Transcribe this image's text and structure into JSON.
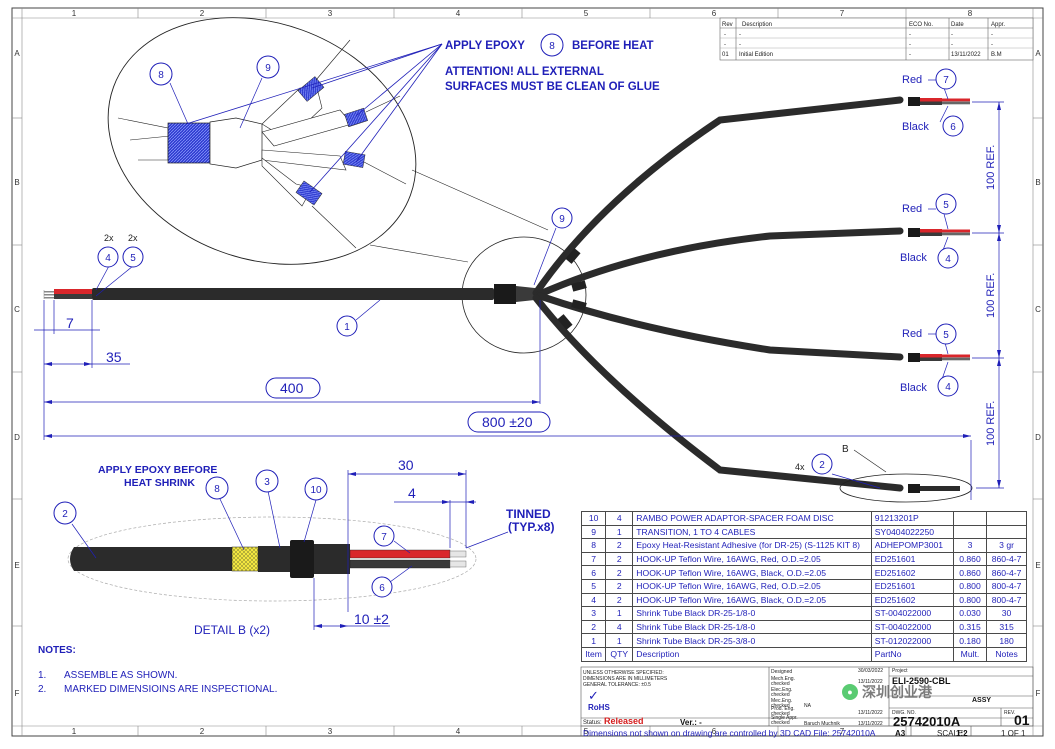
{
  "frame": {
    "col_labels": [
      "1",
      "2",
      "3",
      "4",
      "5",
      "6",
      "7",
      "8"
    ],
    "row_labels": [
      "A",
      "B",
      "C",
      "D",
      "E",
      "F"
    ]
  },
  "revision_table": {
    "headers": [
      "Rev",
      "Description",
      "ECO No.",
      "Date",
      "Appr."
    ],
    "rows": [
      [
        "-",
        "-",
        "-",
        "-",
        "-"
      ],
      [
        "-",
        "-",
        "-",
        "-",
        "-"
      ],
      [
        "01",
        "Initial Edition",
        "-",
        "13/11/2022",
        "B.M"
      ]
    ]
  },
  "annotations": {
    "apply_epoxy_prefix": "APPLY EPOXY",
    "apply_epoxy_suffix": "BEFORE HEAT",
    "attention_line1": "ATTENTION!  ALL EXTERNAL",
    "attention_line2": "SURFACES MUST BE CLEAN OF GLUE",
    "apply_epoxy_detail_line1": "APPLY EPOXY BEFORE",
    "apply_epoxy_detail_line2": "HEAT SHRINK",
    "tinned_line1": "TINNED",
    "tinned_line2": "(TYP.x8)",
    "detail_label": "DETAIL B (x2)",
    "section_marker": "B"
  },
  "balloons": {
    "b8_top": "8",
    "b9_top": "9",
    "b8_inline": "8",
    "b9_main": "9",
    "b1": "1",
    "b4_left": "4",
    "b5_left": "5",
    "b7_r1": "7",
    "b6_r1": "6",
    "b5_r2": "5",
    "b4_r2": "4",
    "b5_r3": "5",
    "b4_r3": "4",
    "b2_r4": "2",
    "b2_det": "2",
    "b8_det": "8",
    "b3_det": "3",
    "b10_det": "10",
    "b7_det": "7",
    "b6_det": "6"
  },
  "wire_labels": {
    "r1_top": "Red",
    "r1_bottom": "Black",
    "r2_top": "Red",
    "r2_bottom": "Black",
    "r3_top": "Red",
    "r3_bottom": "Black",
    "qty_left_4": "2x",
    "qty_left_5": "2x",
    "qty_r4": "4x"
  },
  "dimensions": {
    "d7": "7",
    "d35": "35",
    "d400": "400",
    "d800": "800 ±20",
    "ref1": "100 REF.",
    "ref2": "100 REF.",
    "ref3": "100 REF.",
    "det30": "30",
    "det4": "4",
    "det10": "10 ±2"
  },
  "bom": {
    "rows": [
      [
        "10",
        "4",
        "RAMBO POWER ADAPTOR-SPACER FOAM DISC",
        "91213201P",
        "",
        "",
        ""
      ],
      [
        "9",
        "1",
        "TRANSITION, 1 TO 4 CABLES",
        "SY0404022250",
        "",
        "",
        ""
      ],
      [
        "8",
        "2",
        "Epoxy Heat-Resistant Adhesive (for DR-25) (S-1125  KIT 8)",
        "ADHEPOMP3001",
        "3",
        "3 gr",
        ""
      ],
      [
        "7",
        "2",
        "HOOK-UP Teflon Wire, 16AWG, Red, O.D.=2.05",
        "ED251601",
        "0.860",
        "860-4-7",
        ""
      ],
      [
        "6",
        "2",
        "HOOK-UP Teflon Wire, 16AWG, Black, O.D.=2.05",
        "ED251602",
        "0.860",
        "860-4-7",
        ""
      ],
      [
        "5",
        "2",
        "HOOK-UP Teflon Wire, 16AWG, Red, O.D.=2.05",
        "ED251601",
        "0.800",
        "800-4-7",
        ""
      ],
      [
        "4",
        "2",
        "HOOK-UP Teflon Wire, 16AWG, Black, O.D.=2.05",
        "ED251602",
        "0.800",
        "800-4-7",
        ""
      ],
      [
        "3",
        "1",
        "Shrink Tube Black DR-25-1/8-0",
        "ST-004022000",
        "0.030",
        "30",
        ""
      ],
      [
        "2",
        "4",
        "Shrink Tube Black DR-25-1/8-0",
        "ST-004022000",
        "0.315",
        "315",
        ""
      ],
      [
        "1",
        "1",
        "Shrink Tube Black DR-25-3/8-0",
        "ST-012022000",
        "0.180",
        "180",
        ""
      ]
    ],
    "headers": [
      "Item",
      "QTY",
      "Description",
      "",
      "PartNo",
      "Mult.",
      "Notes"
    ]
  },
  "notes": {
    "title": "NOTES:",
    "items": [
      {
        "num": "1.",
        "text": "ASSEMBLE AS SHOWN."
      },
      {
        "num": "2.",
        "text": "MARKED DIMENSIOINS ARE INSPECTIONAL."
      }
    ]
  },
  "title_block": {
    "spec_line1": "UNLESS OTHERWISE SPECIFIED:",
    "spec_line2": "DIMENSIONS ARE IN MILLIMETERS",
    "spec_line3": "GENERAL TOLERANCE: ±0.5",
    "rohs": "RoHS",
    "status_label": "Status:",
    "status_value": "Released",
    "ver_label": "Ver.: -",
    "designed": "Designed",
    "mech_eng": "Mech.Eng. checked",
    "elec_eng": "Elec.Eng. checked",
    "mec_eng": "Mec.Eng. checked",
    "prod_eng": "Prod. Eng. checked",
    "single_appr": "Single Appr. checked",
    "approver": "Baruch Muchnik",
    "na": "NA",
    "date_a": "30/03/2022",
    "date_b": "13/11/2022",
    "date_c": "13/11/2022",
    "date_d": "13/11/2022",
    "project_label": "Project",
    "project_name": "ELI-2590-CBL",
    "dwg_label": "DWG. NO.",
    "dwg_no": "25742010A",
    "rev_label": "REV.",
    "rev": "01",
    "assy": "ASSY",
    "footer_note": "Dimensions not shown on drawing are controlled by 3D CAD File: 25742010A",
    "size": "A3",
    "scale_label": "SCALE:",
    "scale": "1:2",
    "sheet": "1 OF 1"
  },
  "watermark": "深圳创业港",
  "colors": {
    "annotation_blue": "#1f1fb8",
    "cable_black": "#2b2b2b",
    "wire_red": "#d9262b",
    "epoxy_blue": "#2f3bd0",
    "epoxy_yellow": "#f2e640",
    "status_red": "#d51c1c"
  }
}
